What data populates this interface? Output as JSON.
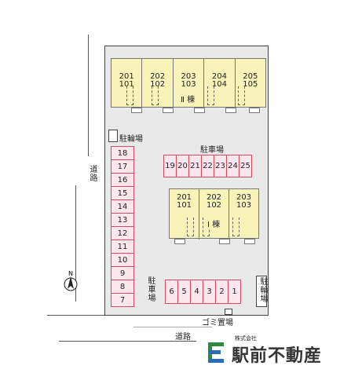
{
  "building_2": {
    "units": [
      {
        "upper": "201",
        "lower": "101"
      },
      {
        "upper": "202",
        "lower": "102"
      },
      {
        "upper": "203",
        "lower": "103"
      },
      {
        "upper": "204",
        "lower": "104"
      },
      {
        "upper": "205",
        "lower": "105"
      }
    ],
    "name": "Ⅱ 棟"
  },
  "building_1": {
    "units": [
      {
        "upper": "201",
        "lower": "101"
      },
      {
        "upper": "202",
        "lower": "102"
      },
      {
        "upper": "203",
        "lower": "103"
      }
    ],
    "name": "Ⅰ 棟"
  },
  "parking_top": {
    "label": "駐車場",
    "spaces": [
      "19",
      "20",
      "21",
      "22",
      "23",
      "24",
      "25"
    ]
  },
  "parking_left": {
    "spaces": [
      "18",
      "17",
      "16",
      "15",
      "14",
      "13",
      "12",
      "11",
      "10",
      "9",
      "8",
      "7"
    ]
  },
  "parking_bottom": {
    "label": "駐車場",
    "spaces": [
      "6",
      "5",
      "4",
      "3",
      "2",
      "1"
    ]
  },
  "bicycle_top": "駐輪場",
  "bicycle_right": "駐輪場",
  "garbage": "ゴミ置場",
  "road_left": "道路",
  "road_bottom": "道路",
  "compass_letter": "N",
  "brand": {
    "kabushiki": "株式会社",
    "name": "駅前不動産"
  },
  "colors": {
    "building_fill": "#f7f3b9",
    "parking_fill": "#fde6ee",
    "parking_border": "#d24a6a",
    "brand_green": "#2e8b3c",
    "brand_blue": "#2a6fb5"
  }
}
